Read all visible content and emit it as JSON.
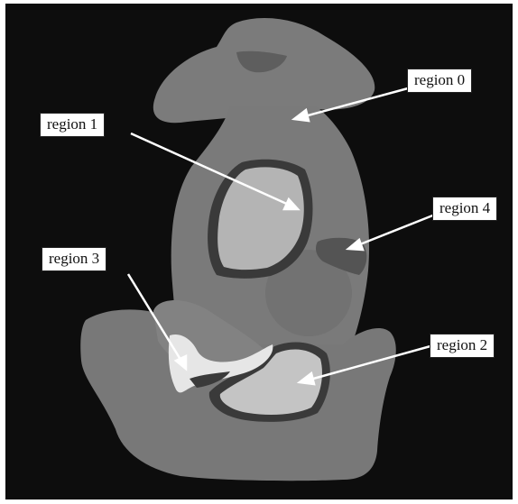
{
  "regions": [
    {
      "label": "region 0"
    },
    {
      "label": "region 1"
    },
    {
      "label": "region 2"
    },
    {
      "label": "region 3"
    },
    {
      "label": "region 4"
    }
  ],
  "colors": {
    "background": "#0d0d0d",
    "region_0": "#7a7a7a",
    "region_1": "#b4b4b4",
    "region_2": "#c4c4c4",
    "region_3": "#e6e6e6",
    "region_4": "#555555",
    "boundary": "#3a3a3a",
    "arrow": "#ffffff"
  }
}
